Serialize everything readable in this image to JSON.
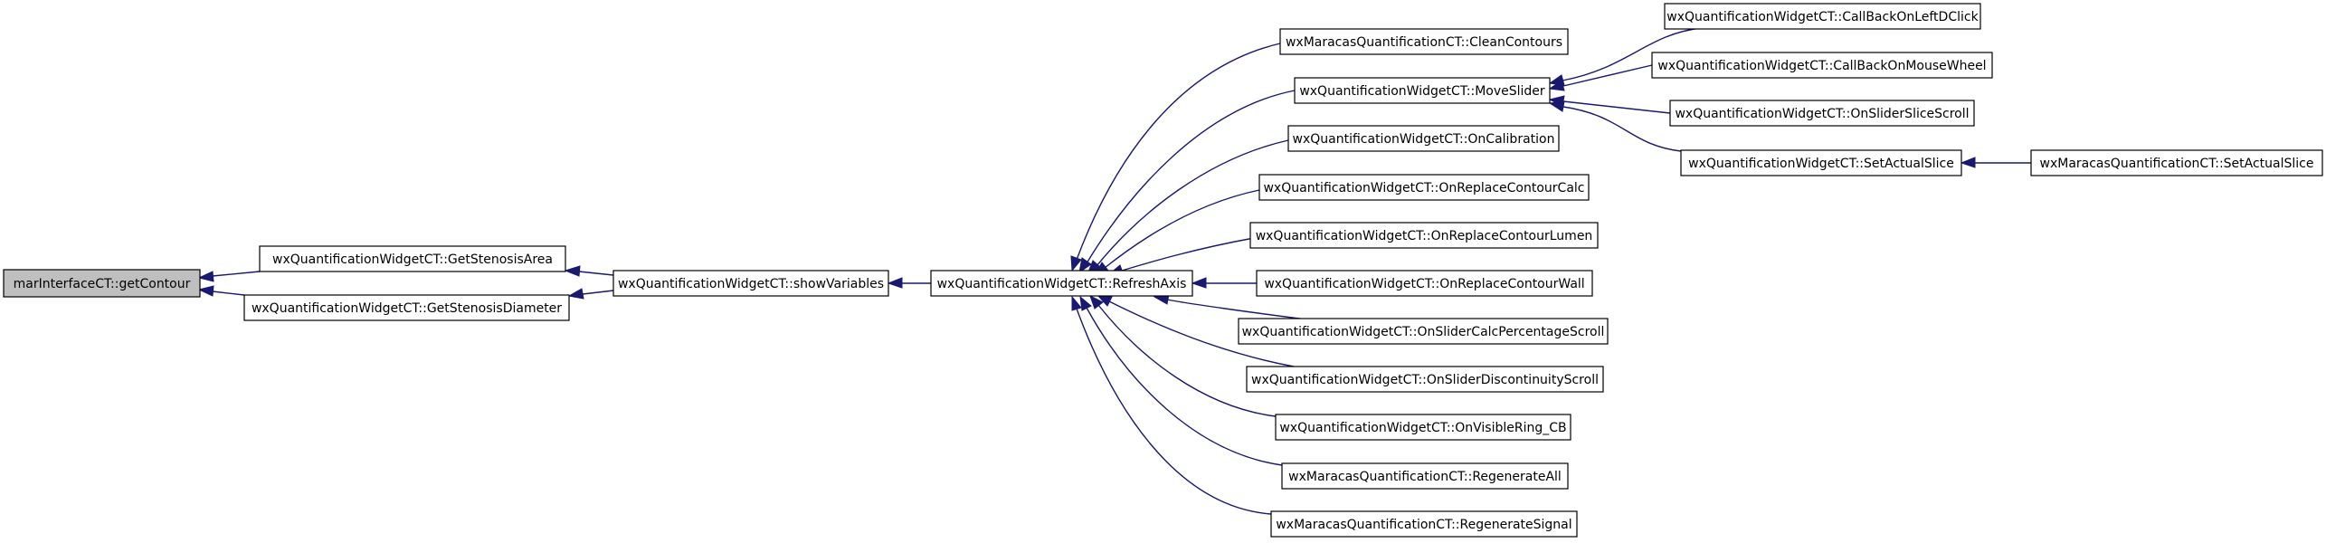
{
  "graph": {
    "colors": {
      "edge": "#191970",
      "root_fill": "#bfbfbf",
      "node_fill": "#ffffff",
      "node_stroke": "#000000"
    },
    "nodes": {
      "getContour": "marInterfaceCT::getContour",
      "getStenosisArea": "wxQuantificationWidgetCT::GetStenosisArea",
      "getStenosisDiameter": "wxQuantificationWidgetCT::GetStenosisDiameter",
      "showVariables": "wxQuantificationWidgetCT::showVariables",
      "refreshAxis": "wxQuantificationWidgetCT::RefreshAxis",
      "cleanContours": "wxMaracasQuantificationCT::CleanContours",
      "moveSlider": "wxQuantificationWidgetCT::MoveSlider",
      "onCalibration": "wxQuantificationWidgetCT::OnCalibration",
      "onReplaceContourCalc": "wxQuantificationWidgetCT::OnReplaceContourCalc",
      "onReplaceContourLumen": "wxQuantificationWidgetCT::OnReplaceContourLumen",
      "onReplaceContourWall": "wxQuantificationWidgetCT::OnReplaceContourWall",
      "onSliderCalcPercentageScroll": "wxQuantificationWidgetCT::OnSliderCalcPercentageScroll",
      "onSliderDiscontinuityScroll": "wxQuantificationWidgetCT::OnSliderDiscontinuityScroll",
      "onVisibleRingCB": "wxQuantificationWidgetCT::OnVisibleRing_CB",
      "regenerateAll": "wxMaracasQuantificationCT::RegenerateAll",
      "regenerateSignal": "wxMaracasQuantificationCT::RegenerateSignal",
      "callBackOnLeftDClick": "wxQuantificationWidgetCT::CallBackOnLeftDClick",
      "callBackOnMouseWheel": "wxQuantificationWidgetCT::CallBackOnMouseWheel",
      "onSliderSliceScroll": "wxQuantificationWidgetCT::OnSliderSliceScroll",
      "setActualSliceWidget": "wxQuantificationWidgetCT::SetActualSlice",
      "setActualSliceMaracas": "wxMaracasQuantificationCT::SetActualSlice"
    }
  }
}
